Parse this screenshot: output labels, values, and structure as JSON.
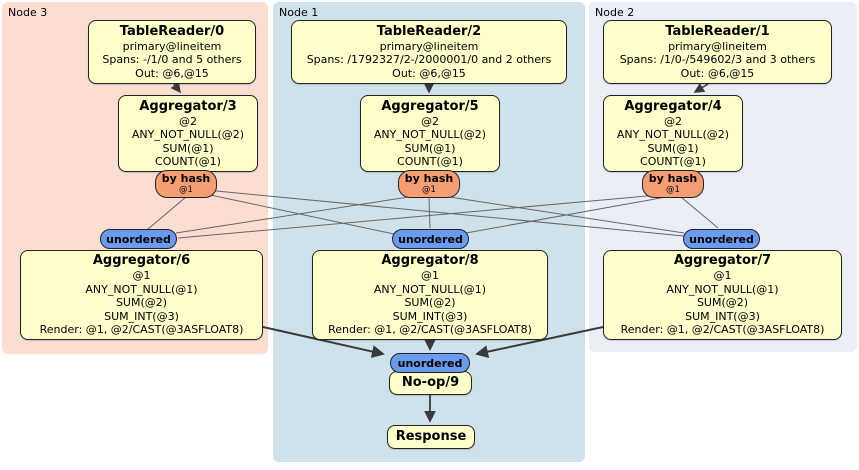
{
  "regions": [
    {
      "label": "Node 3"
    },
    {
      "label": "Node 1"
    },
    {
      "label": "Node 2"
    }
  ],
  "processors": {
    "tr0": {
      "title": "TableReader/0",
      "lines": [
        "primary@lineitem",
        "Spans: -/1/0 and 5 others",
        "Out: @6,@15"
      ]
    },
    "tr2": {
      "title": "TableReader/2",
      "lines": [
        "primary@lineitem",
        "Spans: /1792327/2-/2000001/0 and 2 others",
        "Out: @6,@15"
      ]
    },
    "tr1": {
      "title": "TableReader/1",
      "lines": [
        "primary@lineitem",
        "Spans: /1/0-/549602/3 and 3 others",
        "Out: @6,@15"
      ]
    },
    "agg3": {
      "title": "Aggregator/3",
      "lines": [
        "@2",
        "ANY_NOT_NULL(@2)",
        "SUM(@1)",
        "COUNT(@1)"
      ]
    },
    "agg5": {
      "title": "Aggregator/5",
      "lines": [
        "@2",
        "ANY_NOT_NULL(@2)",
        "SUM(@1)",
        "COUNT(@1)"
      ]
    },
    "agg4": {
      "title": "Aggregator/4",
      "lines": [
        "@2",
        "ANY_NOT_NULL(@2)",
        "SUM(@1)",
        "COUNT(@1)"
      ]
    },
    "agg6": {
      "title": "Aggregator/6",
      "lines": [
        "@1",
        "ANY_NOT_NULL(@1)",
        "SUM(@2)",
        "SUM_INT(@3)",
        "Render: @1, @2/CAST(@3ASFLOAT8)"
      ]
    },
    "agg8": {
      "title": "Aggregator/8",
      "lines": [
        "@1",
        "ANY_NOT_NULL(@1)",
        "SUM(@2)",
        "SUM_INT(@3)",
        "Render: @1, @2/CAST(@3ASFLOAT8)"
      ]
    },
    "agg7": {
      "title": "Aggregator/7",
      "lines": [
        "@1",
        "ANY_NOT_NULL(@1)",
        "SUM(@2)",
        "SUM_INT(@3)",
        "Render: @1, @2/CAST(@3ASFLOAT8)"
      ]
    },
    "noop": {
      "title": "No-op/9"
    },
    "response": {
      "title": "Response"
    }
  },
  "router": {
    "label": "by hash",
    "stream": "@1"
  },
  "sync": {
    "label": "unordered"
  },
  "colors": {
    "node3_bg": "#fbddd2",
    "node1_bg": "#cfe1eb",
    "node2_bg": "#e9eef7",
    "processor_bg": "#ffffcc",
    "router_bg": "#f59e73",
    "sync_bg": "#6b9bee",
    "edge_thin": "#666666",
    "edge_thick": "#3a3a3a"
  }
}
